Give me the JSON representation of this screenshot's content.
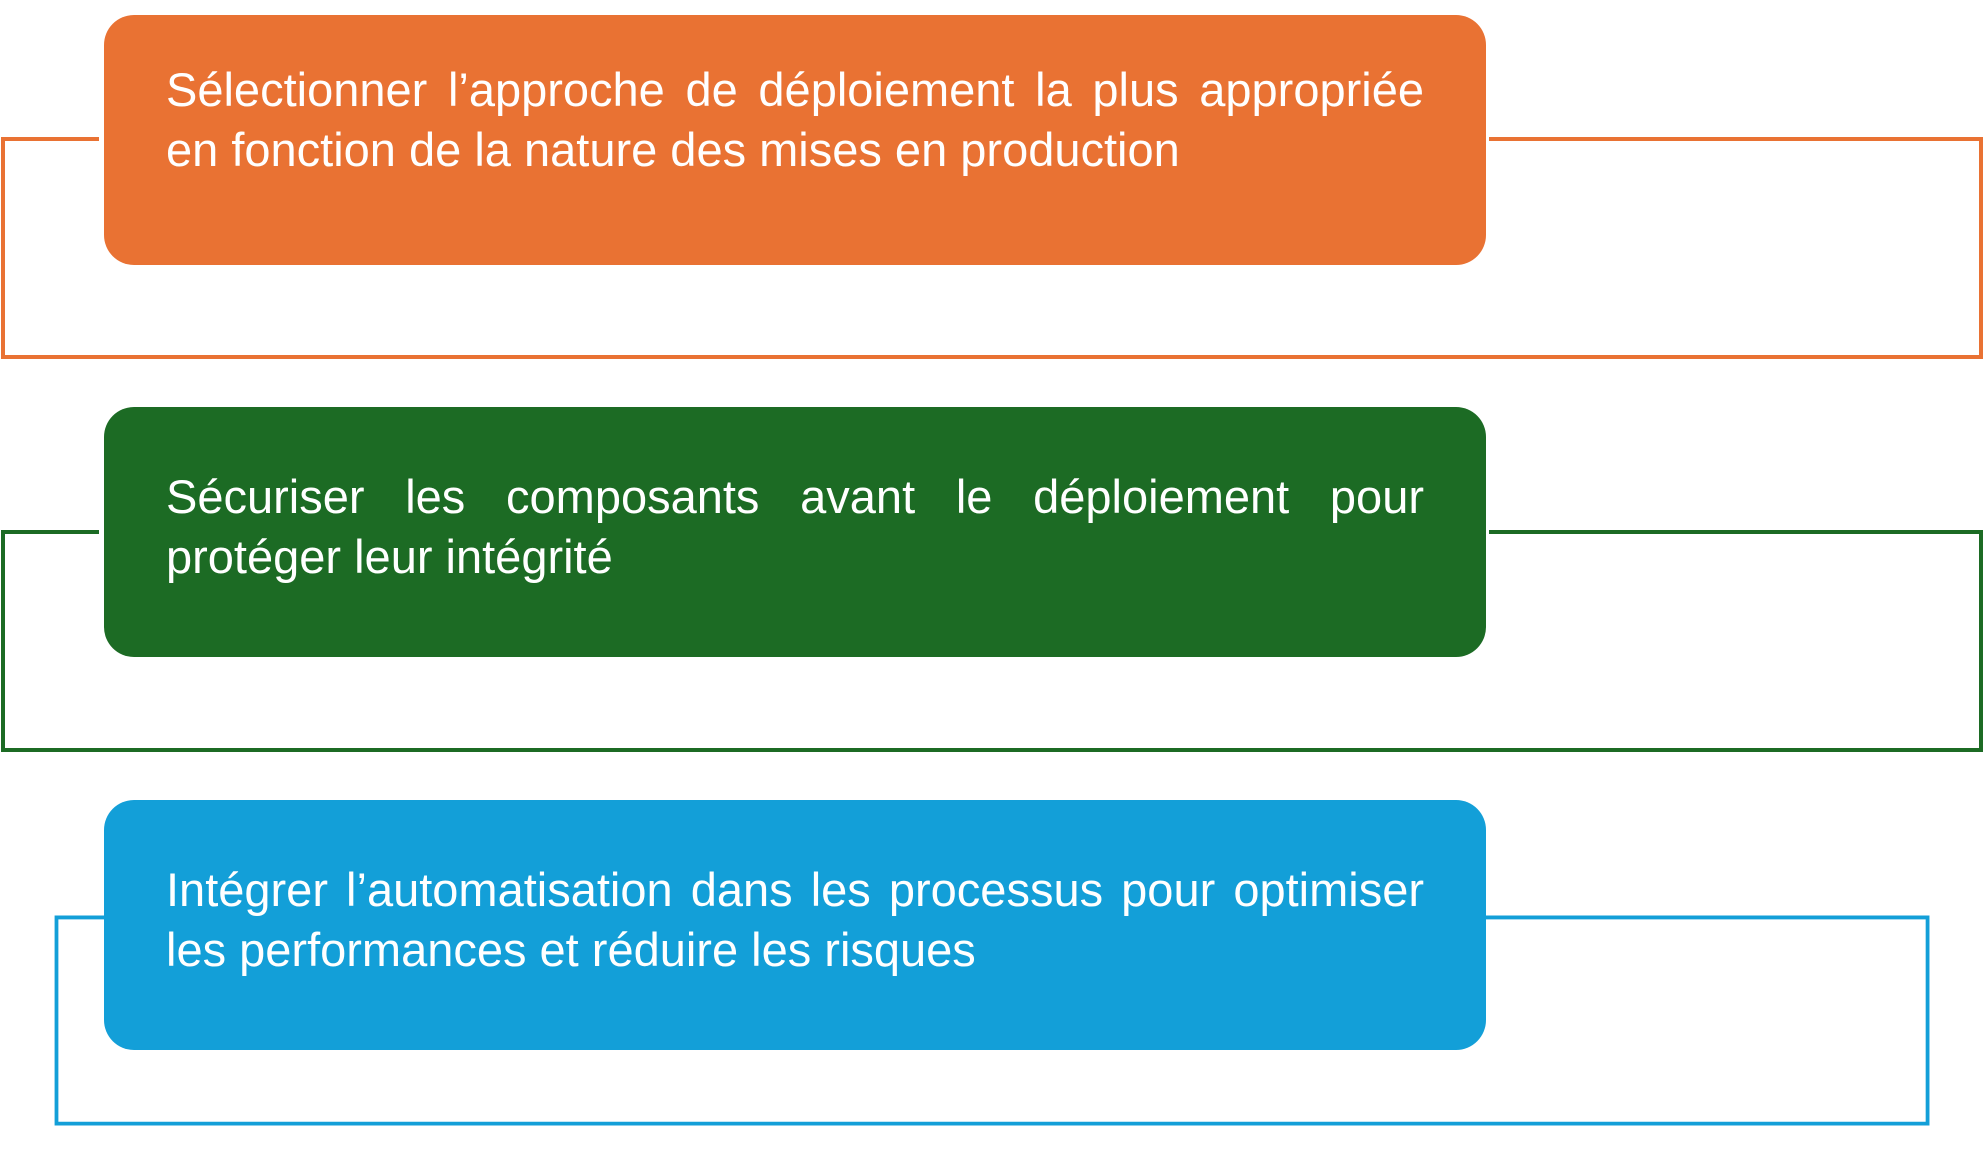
{
  "steps": [
    {
      "text": "Sélectionner l’approche de déploiement la plus appropriée en fonction de la nature des mises en production",
      "color": "#E97233"
    },
    {
      "text": "Sécuriser les composants avant le déploiement pour protéger leur intégrité",
      "color": "#1C6B24"
    },
    {
      "text": "Intégrer l’automatisation dans les processus pour optimiser les performances et réduire les risques",
      "color": "#139FD8"
    }
  ]
}
